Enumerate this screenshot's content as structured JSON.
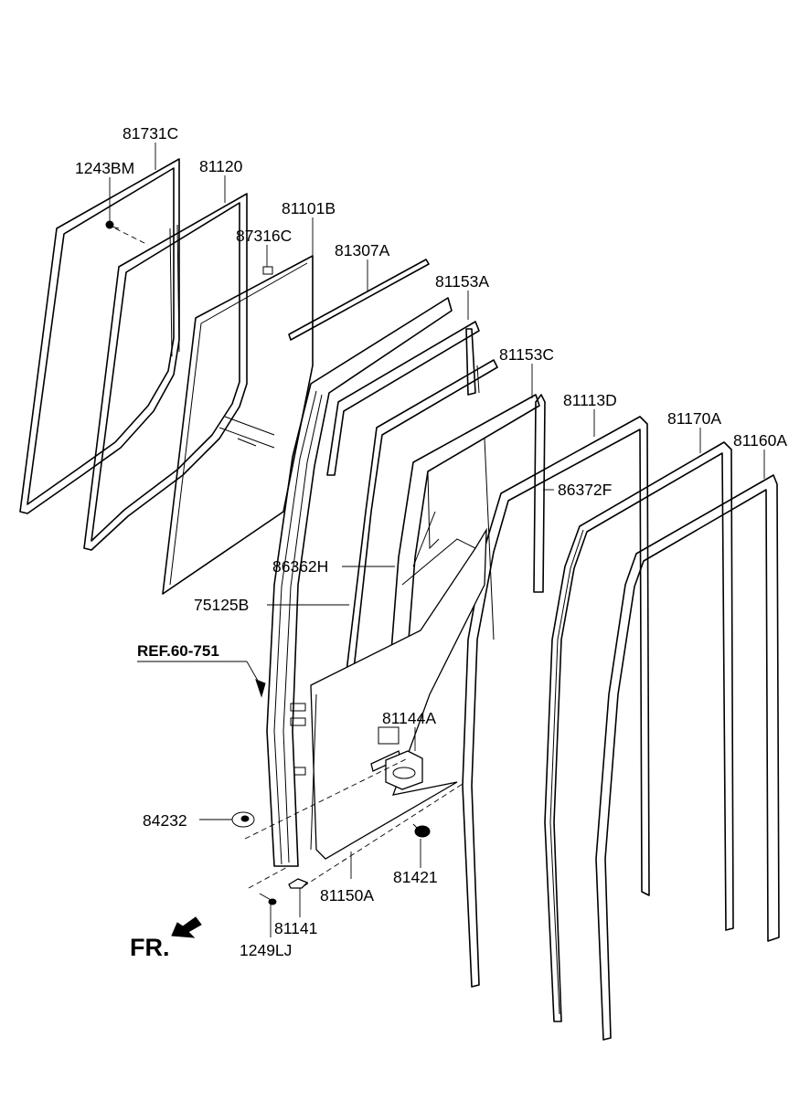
{
  "labels": {
    "l81731C": "81731C",
    "l1243BM": "1243BM",
    "l81120": "81120",
    "l81101B": "81101B",
    "l87316C": "87316C",
    "l81307A": "81307A",
    "l81153A": "81153A",
    "l81153C": "81153C",
    "l81113D": "81113D",
    "l81170A": "81170A",
    "l81160A": "81160A",
    "l86372F": "86372F",
    "l86362H": "86362H",
    "l75125B": "75125B",
    "lREF": "REF.60-751",
    "l81144A": "81144A",
    "l84232": "84232",
    "l81421": "81421",
    "l81150A": "81150A",
    "l81141": "81141",
    "l1249LJ": "1249LJ",
    "lFR": "FR."
  }
}
